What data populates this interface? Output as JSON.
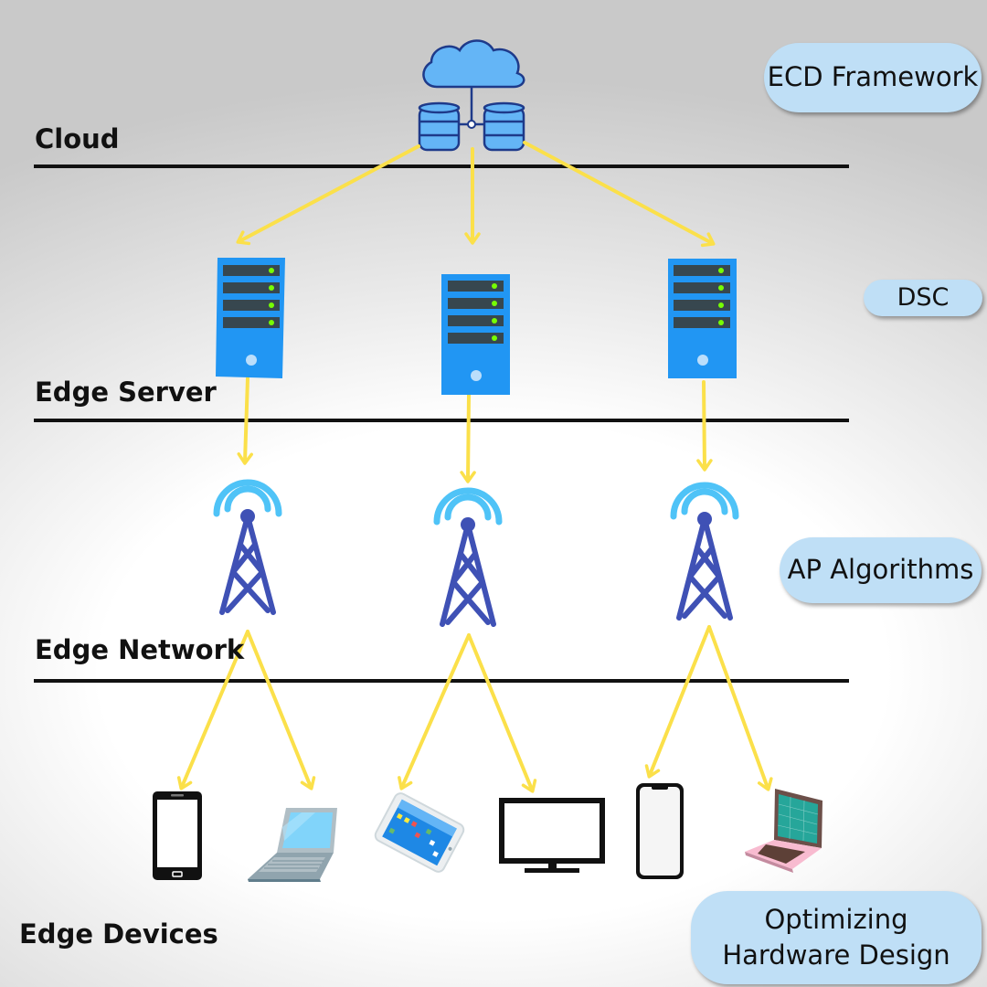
{
  "layers": {
    "cloud": "Cloud",
    "edge_server": "Edge Server",
    "edge_network": "Edge Network",
    "edge_devices": "Edge Devices"
  },
  "labels": {
    "ecd_framework": "ECD Framework",
    "dsc": "DSC",
    "ap_algorithms": "AP Algorithms",
    "optimizing_hardware_design": "Optimizing Hardware Design"
  },
  "colors": {
    "arrow": "#fbe04a",
    "server_blue": "#2196f3",
    "server_slot": "#37474f",
    "led_green": "#76ff03",
    "tower": "#3f51b5",
    "signal": "#4fc3f7",
    "pill": "#bfdff6",
    "cloud_fill": "#64b5f6",
    "cloud_outline": "#1e3a8a"
  },
  "devices": [
    "smartphone-icon",
    "laptop-icon",
    "tablet-icon",
    "monitor-icon",
    "smartphone-icon",
    "laptop-icon"
  ]
}
